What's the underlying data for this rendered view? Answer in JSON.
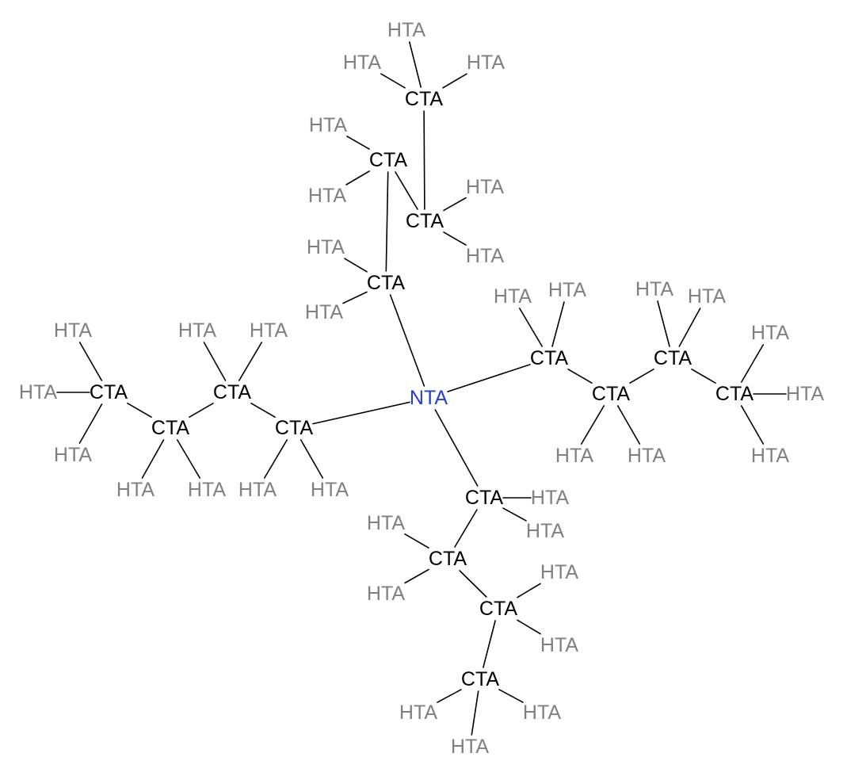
{
  "colors": {
    "bond": "#000000",
    "carbon": "#000000",
    "hydrogen": "#808080",
    "nitrogen": "#1f3fd6",
    "background": "#ffffff"
  },
  "molecule": {
    "atoms": [
      {
        "id": "N",
        "label": "NTA",
        "element": "N"
      },
      {
        "id": "C1",
        "label": "CTA",
        "element": "C"
      },
      {
        "id": "C2",
        "label": "CTA",
        "element": "C"
      },
      {
        "id": "C3",
        "label": "CTA",
        "element": "C"
      },
      {
        "id": "C4",
        "label": "CTA",
        "element": "C"
      },
      {
        "id": "C5",
        "label": "CTA",
        "element": "C"
      },
      {
        "id": "C6",
        "label": "CTA",
        "element": "C"
      },
      {
        "id": "C7",
        "label": "CTA",
        "element": "C"
      },
      {
        "id": "C8",
        "label": "CTA",
        "element": "C"
      },
      {
        "id": "C9",
        "label": "CTA",
        "element": "C"
      },
      {
        "id": "C10",
        "label": "CTA",
        "element": "C"
      },
      {
        "id": "C11",
        "label": "CTA",
        "element": "C"
      },
      {
        "id": "C12",
        "label": "CTA",
        "element": "C"
      },
      {
        "id": "C13",
        "label": "CTA",
        "element": "C"
      },
      {
        "id": "C14",
        "label": "CTA",
        "element": "C"
      },
      {
        "id": "C15",
        "label": "CTA",
        "element": "C"
      },
      {
        "id": "C16",
        "label": "CTA",
        "element": "C"
      },
      {
        "id": "H1",
        "label": "HTA",
        "element": "H"
      },
      {
        "id": "H2",
        "label": "HTA",
        "element": "H"
      },
      {
        "id": "H3",
        "label": "HTA",
        "element": "H"
      },
      {
        "id": "H4",
        "label": "HTA",
        "element": "H"
      },
      {
        "id": "H5",
        "label": "HTA",
        "element": "H"
      },
      {
        "id": "H6",
        "label": "HTA",
        "element": "H"
      },
      {
        "id": "H7",
        "label": "HTA",
        "element": "H"
      },
      {
        "id": "H8",
        "label": "HTA",
        "element": "H"
      },
      {
        "id": "H9",
        "label": "HTA",
        "element": "H"
      },
      {
        "id": "H10",
        "label": "HTA",
        "element": "H"
      },
      {
        "id": "H11",
        "label": "HTA",
        "element": "H"
      },
      {
        "id": "H12",
        "label": "HTA",
        "element": "H"
      },
      {
        "id": "H13",
        "label": "HTA",
        "element": "H"
      },
      {
        "id": "H14",
        "label": "HTA",
        "element": "H"
      },
      {
        "id": "H15",
        "label": "HTA",
        "element": "H"
      },
      {
        "id": "H16",
        "label": "HTA",
        "element": "H"
      },
      {
        "id": "H17",
        "label": "HTA",
        "element": "H"
      },
      {
        "id": "H18",
        "label": "HTA",
        "element": "H"
      },
      {
        "id": "H19",
        "label": "HTA",
        "element": "H"
      },
      {
        "id": "H20",
        "label": "HTA",
        "element": "H"
      },
      {
        "id": "H21",
        "label": "HTA",
        "element": "H"
      },
      {
        "id": "H22",
        "label": "HTA",
        "element": "H"
      },
      {
        "id": "H23",
        "label": "HTA",
        "element": "H"
      },
      {
        "id": "H24",
        "label": "HTA",
        "element": "H"
      },
      {
        "id": "H25",
        "label": "HTA",
        "element": "H"
      },
      {
        "id": "H26",
        "label": "HTA",
        "element": "H"
      },
      {
        "id": "H27",
        "label": "HTA",
        "element": "H"
      },
      {
        "id": "H28",
        "label": "HTA",
        "element": "H"
      },
      {
        "id": "H29",
        "label": "HTA",
        "element": "H"
      },
      {
        "id": "H30",
        "label": "HTA",
        "element": "H"
      },
      {
        "id": "H31",
        "label": "HTA",
        "element": "H"
      },
      {
        "id": "H32",
        "label": "HTA",
        "element": "H"
      },
      {
        "id": "H33",
        "label": "HTA",
        "element": "H"
      },
      {
        "id": "H34",
        "label": "HTA",
        "element": "H"
      },
      {
        "id": "H35",
        "label": "HTA",
        "element": "H"
      },
      {
        "id": "H36",
        "label": "HTA",
        "element": "H"
      }
    ],
    "bonds": [
      [
        "N",
        "C1"
      ],
      [
        "C1",
        "C2"
      ],
      [
        "C2",
        "C3"
      ],
      [
        "C3",
        "C4"
      ],
      [
        "N",
        "C5"
      ],
      [
        "C5",
        "C6"
      ],
      [
        "C6",
        "C7"
      ],
      [
        "C7",
        "C8"
      ],
      [
        "N",
        "C9"
      ],
      [
        "C9",
        "C10"
      ],
      [
        "C10",
        "C11"
      ],
      [
        "C11",
        "C12"
      ],
      [
        "N",
        "C13"
      ],
      [
        "C13",
        "C14"
      ],
      [
        "C14",
        "C15"
      ],
      [
        "C15",
        "C16"
      ],
      [
        "C1",
        "H1"
      ],
      [
        "C1",
        "H2"
      ],
      [
        "C2",
        "H3"
      ],
      [
        "C2",
        "H4"
      ],
      [
        "C3",
        "H5"
      ],
      [
        "C3",
        "H6"
      ],
      [
        "C4",
        "H7"
      ],
      [
        "C4",
        "H8"
      ],
      [
        "C4",
        "H9"
      ],
      [
        "C5",
        "H10"
      ],
      [
        "C5",
        "H11"
      ],
      [
        "C6",
        "H12"
      ],
      [
        "C6",
        "H13"
      ],
      [
        "C7",
        "H14"
      ],
      [
        "C7",
        "H15"
      ],
      [
        "C8",
        "H16"
      ],
      [
        "C8",
        "H17"
      ],
      [
        "C8",
        "H18"
      ],
      [
        "C9",
        "H19"
      ],
      [
        "C9",
        "H20"
      ],
      [
        "C10",
        "H21"
      ],
      [
        "C10",
        "H22"
      ],
      [
        "C11",
        "H23"
      ],
      [
        "C11",
        "H24"
      ],
      [
        "C12",
        "H25"
      ],
      [
        "C12",
        "H26"
      ],
      [
        "C12",
        "H27"
      ],
      [
        "C13",
        "H28"
      ],
      [
        "C13",
        "H29"
      ],
      [
        "C14",
        "H30"
      ],
      [
        "C14",
        "H31"
      ],
      [
        "C15",
        "H32"
      ],
      [
        "C15",
        "H33"
      ],
      [
        "C16",
        "H34"
      ],
      [
        "C16",
        "H35"
      ],
      [
        "C16",
        "H36"
      ]
    ]
  }
}
